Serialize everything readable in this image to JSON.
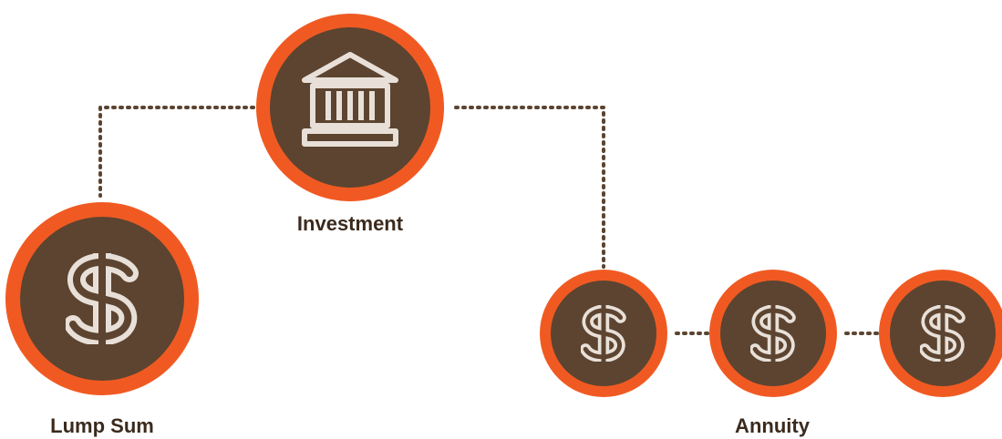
{
  "labels": {
    "investment": "Investment",
    "lump_sum": "Lump Sum",
    "annuity": "Annuity"
  },
  "icons": {
    "investment": "bank-icon",
    "lump_sum": "dollar-icon",
    "annuity": "dollar-icon"
  },
  "colors": {
    "ring": "#f05a22",
    "fill": "#5c4430",
    "icon": "#e8e0d8",
    "connector": "#5c4430",
    "text": "#3b2a1d"
  }
}
